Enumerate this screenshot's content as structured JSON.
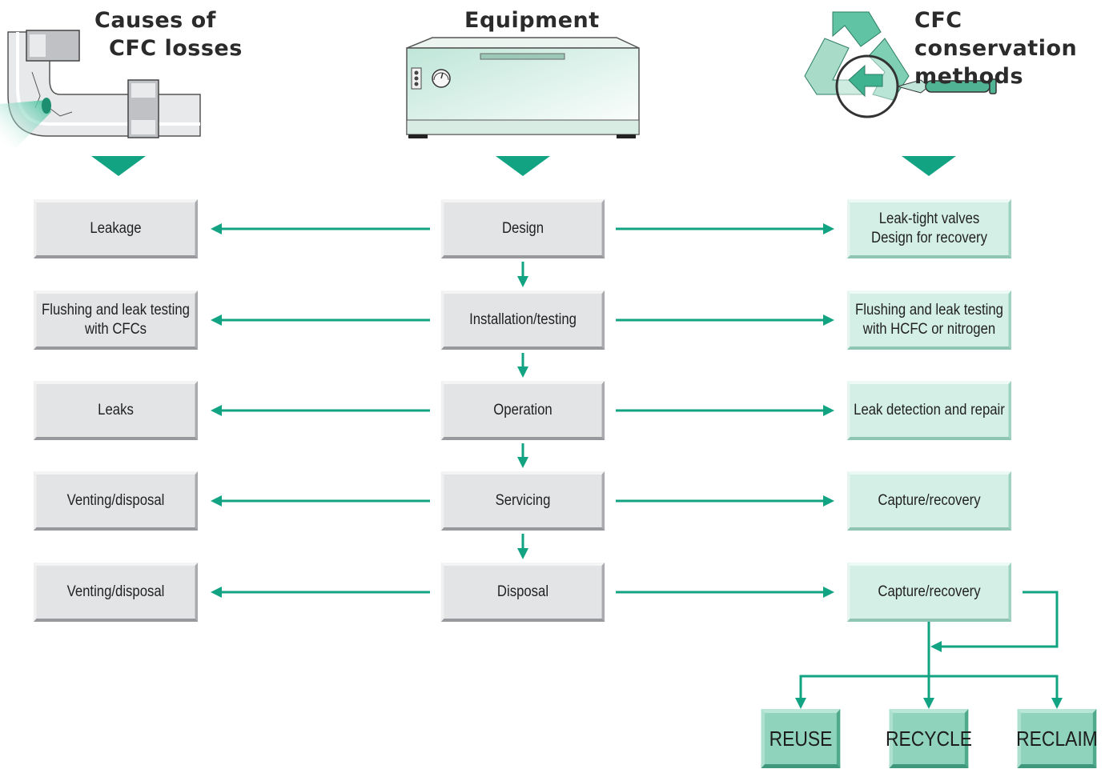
{
  "headers": {
    "causes": [
      "Causes of",
      "CFC losses"
    ],
    "equipment": "Equipment",
    "methods": [
      "CFC conservation",
      "methods"
    ]
  },
  "equipment_stages": [
    "Design",
    "Installation/testing",
    "Operation",
    "Servicing",
    "Disposal"
  ],
  "causes": [
    [
      "Leakage"
    ],
    [
      "Flushing and leak testing",
      "with CFCs"
    ],
    [
      "Leaks"
    ],
    [
      "Venting/disposal"
    ],
    [
      "Venting/disposal"
    ]
  ],
  "methods": [
    [
      "Leak-tight valves",
      "Design for recovery"
    ],
    [
      "Flushing and leak testing",
      "with HCFC or nitrogen"
    ],
    [
      "Leak detection and repair"
    ],
    [
      "Capture/recovery"
    ],
    [
      "Capture/recovery"
    ]
  ],
  "outcomes": [
    "REUSE",
    "RECYCLE",
    "RECLAIM"
  ],
  "colors": {
    "connector": "#12a383",
    "cause_box": "#e3e4e6",
    "method_box": "#d4efe6",
    "outcome_box": "#8fd3bd",
    "illustration_teal": "#5fc3a4"
  },
  "icons": {
    "causes": "leaking-pipe-icon",
    "equipment": "refrigeration-unit-icon",
    "methods": "recycle-magnifier-icon"
  }
}
